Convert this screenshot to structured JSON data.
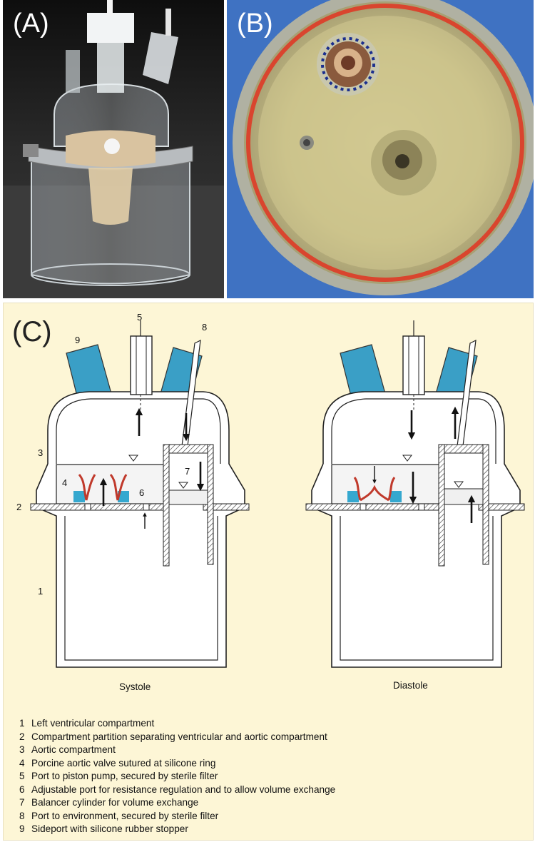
{
  "panels": {
    "a": {
      "letter": "(A)"
    },
    "b": {
      "letter": "(B)"
    },
    "c": {
      "letter": "(C)"
    }
  },
  "diagram": {
    "callouts": {
      "n1": "1",
      "n2": "2",
      "n3": "3",
      "n4": "4",
      "n5": "5",
      "n6": "6",
      "n7": "7",
      "n8": "8",
      "n9": "9"
    },
    "captions": {
      "systole": "Systole",
      "diastole": "Diastole"
    }
  },
  "legend": [
    {
      "num": "1",
      "text": "Left ventricular compartment"
    },
    {
      "num": "2",
      "text": "Compartment partition separating ventricular and aortic compartment"
    },
    {
      "num": "3",
      "text": "Aortic compartment"
    },
    {
      "num": "4",
      "text": "Porcine aortic valve sutured at silicone ring"
    },
    {
      "num": "5",
      "text": "Port to piston pump, secured by sterile filter"
    },
    {
      "num": "6",
      "text": "Adjustable port for resistance regulation and to allow volume exchange"
    },
    {
      "num": "7",
      "text": "Balancer cylinder for volume exchange"
    },
    {
      "num": "8",
      "text": "Port to environment, secured by sterile filter"
    },
    {
      "num": "9",
      "text": "Sideport with silicone rubber stopper"
    }
  ],
  "colors": {
    "panel_bg": "#fdf6d6",
    "port_blue": "#3a9fc6",
    "valve_red": "#c0392b",
    "silicone_ring": "#35a8cf",
    "photo_a_bg": "#1c1c1c",
    "photo_b_bg": "#3c6fbf"
  }
}
